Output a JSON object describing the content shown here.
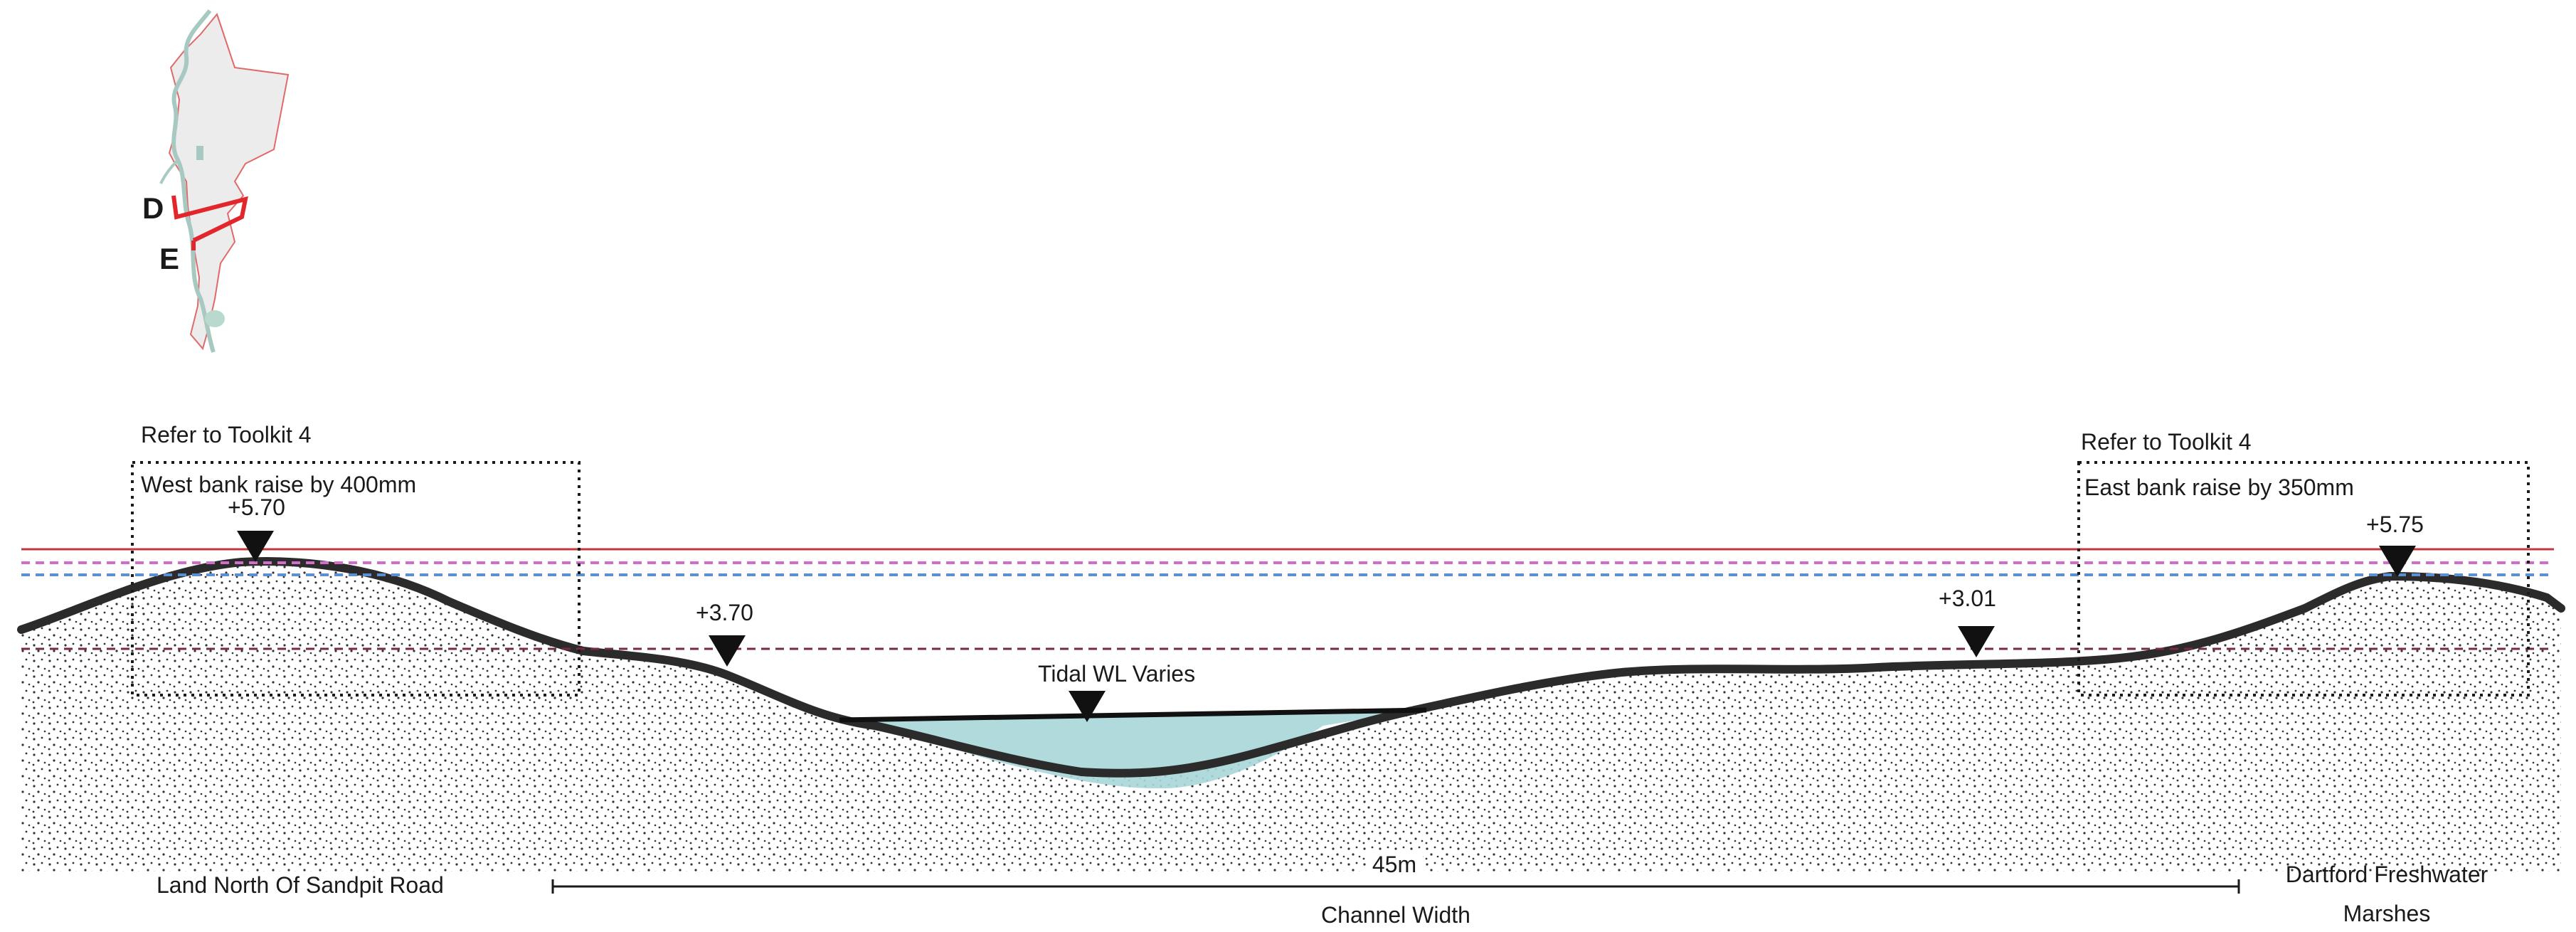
{
  "key_plan": {
    "section_labels": [
      "D",
      "E"
    ]
  },
  "annotations": {
    "west_box_title": "Refer to Toolkit 4",
    "west_box_note": "West bank raise by 400mm",
    "east_box_title": "Refer to Toolkit 4",
    "east_box_note": "East bank raise by 350mm"
  },
  "levels": {
    "west_crest": "+5.70",
    "west_mid": "+3.70",
    "east_mid": "+3.01",
    "east_crest": "+5.75",
    "tidal": "Tidal WL Varies"
  },
  "labels": {
    "west_land": "Land North Of Sandpit Road",
    "east_land_line1": "Dartford Freshwater",
    "east_land_line2": "Marshes",
    "width_value": "45m",
    "width_label": "Channel Width"
  },
  "colors": {
    "ground_line": "#2b2b2b",
    "water": "#a9d6d8",
    "level_red": "#c0393d",
    "level_pink": "#d16fc8",
    "level_blue": "#5b8fd0",
    "level_maroon": "#7a2a3a",
    "plan_outline": "#e06a6a",
    "plan_fill": "#ececec",
    "section_mark": "#e3262b"
  }
}
